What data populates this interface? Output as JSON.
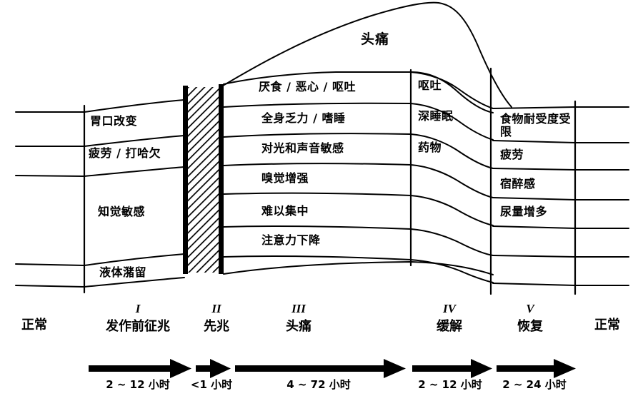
{
  "figure": {
    "title_text": "头痛",
    "colors": {
      "line": "#000000",
      "background": "#ffffff",
      "aura_bar": "#000000"
    }
  },
  "prodrome_symptoms": [
    {
      "label": "胃口改变"
    },
    {
      "label": "疲劳 / 打哈欠"
    },
    {
      "label": "知觉敏感"
    },
    {
      "label": "液体潴留"
    }
  ],
  "headache_symptoms": [
    {
      "label": "厌食 / 恶心 / 呕吐"
    },
    {
      "label": "全身乏力 / 嗜睡"
    },
    {
      "label": "对光和声音敏感"
    },
    {
      "label": "嗅觉增强"
    },
    {
      "label": "难以集中"
    },
    {
      "label": "注意力下降"
    }
  ],
  "resolution_symptoms": [
    {
      "label": "呕吐"
    },
    {
      "label": "深睡眠"
    },
    {
      "label": "药物"
    }
  ],
  "recovery_symptoms": [
    {
      "label": "食物耐受度受限"
    },
    {
      "label": "疲劳"
    },
    {
      "label": "宿醉感"
    },
    {
      "label": "尿量增多"
    }
  ],
  "phases": [
    {
      "roman": "",
      "name": "正常",
      "duration": ""
    },
    {
      "roman": "I",
      "name": "发作前征兆",
      "duration": "2 ~ 12 小时"
    },
    {
      "roman": "II",
      "name": "先兆",
      "duration": "<1 小时"
    },
    {
      "roman": "III",
      "name": "头痛",
      "duration": "4 ~ 72 小时"
    },
    {
      "roman": "IV",
      "name": "缓解",
      "duration": "2 ~ 12 小时"
    },
    {
      "roman": "V",
      "name": "恢复",
      "duration": "2 ~ 24 小时"
    },
    {
      "roman": "",
      "name": "正常",
      "duration": ""
    }
  ]
}
